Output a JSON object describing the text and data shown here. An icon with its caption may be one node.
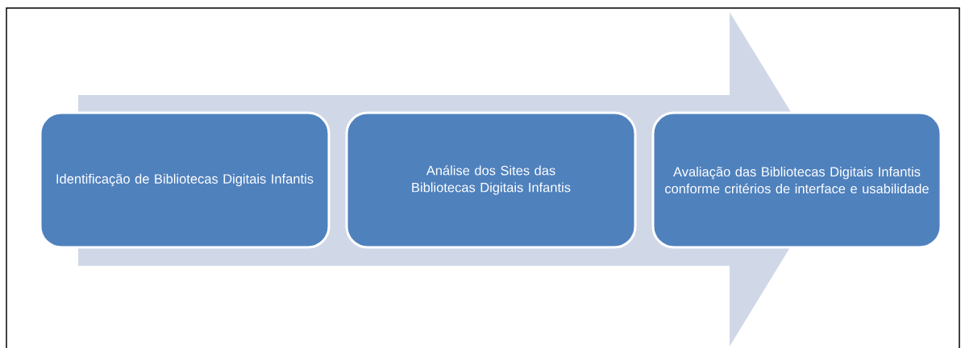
{
  "diagram": {
    "nodes": [
      {
        "text": [
          "Identificação de Bibliotecas Digitais Infantis"
        ]
      },
      {
        "text": [
          "Análise dos Sites das Bibliotecas Digitais Infantis"
        ]
      },
      {
        "text": [
          "Avaliação das Bibliotecas Digitais Infantis conforme critérios de interface e usabilidade"
        ]
      }
    ]
  }
}
